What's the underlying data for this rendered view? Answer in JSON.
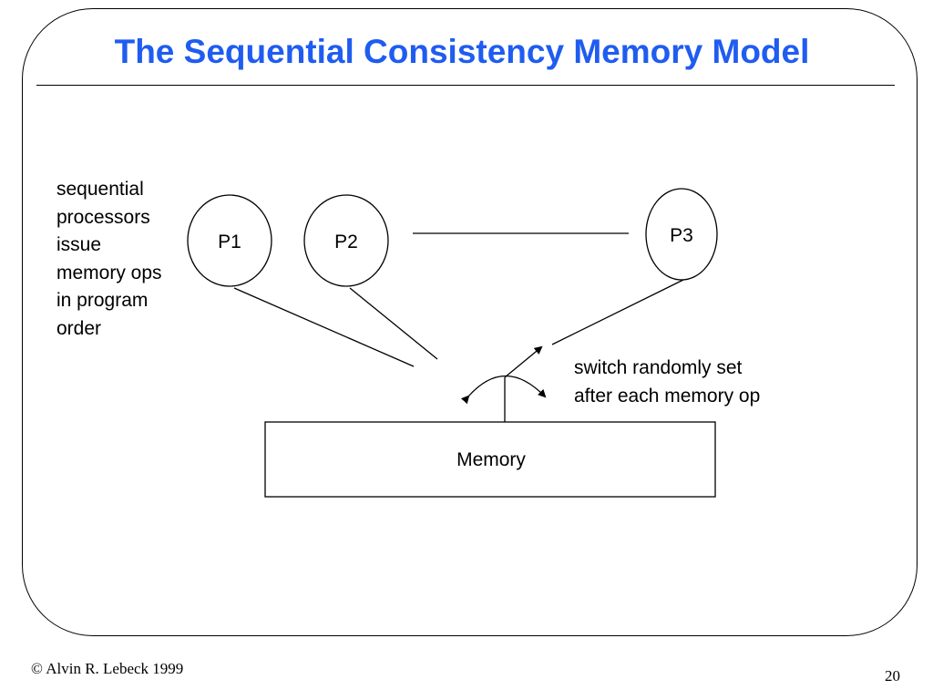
{
  "slide": {
    "title": "The Sequential Consistency Memory Model",
    "title_color": "#1f5cf0"
  },
  "diagram": {
    "processors": [
      {
        "label": "P1"
      },
      {
        "label": "P2"
      },
      {
        "label": "P3"
      }
    ],
    "memory_label": "Memory"
  },
  "annotations": {
    "processors_note": [
      "sequential",
      "processors",
      "issue",
      "memory ops",
      "in program",
      "order"
    ],
    "switch_note": [
      "switch randomly set",
      "after each memory op"
    ]
  },
  "footer": {
    "copyright": "© Alvin R. Lebeck 1999",
    "page_number": "20"
  }
}
